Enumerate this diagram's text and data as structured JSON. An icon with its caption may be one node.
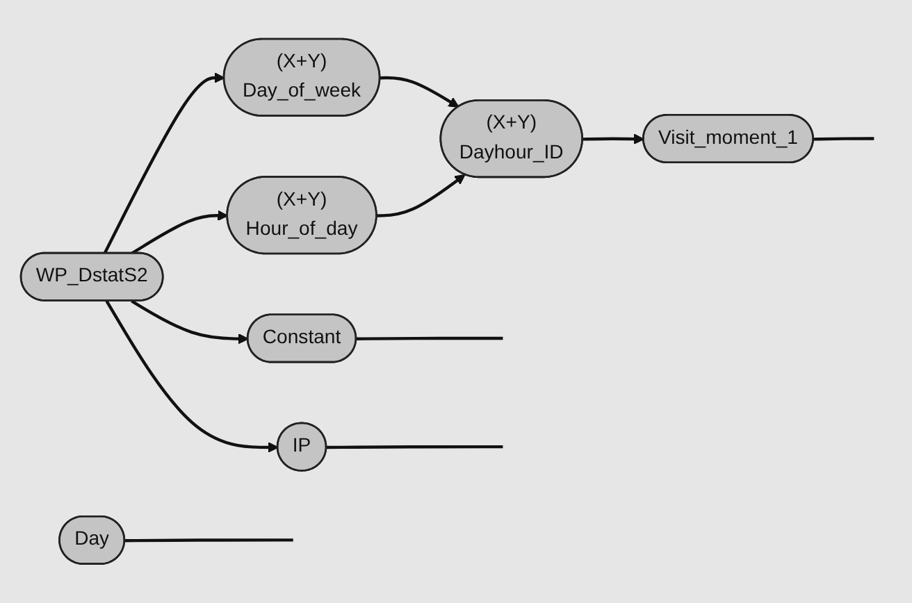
{
  "diagram": {
    "nodes": [
      {
        "text": [
          "Constant"
        ]
      },
      {
        "text": [
          "IP"
        ]
      },
      {
        "text": [
          "WP_DstatS2"
        ]
      },
      {
        "text": [
          "(X+Y)",
          "Day_of_week"
        ]
      },
      {
        "text": [
          "Day"
        ]
      },
      {
        "text": [
          "(X+Y)",
          "Hour_of_day"
        ]
      },
      {
        "text": [
          "(X+Y)",
          "Dayhour_ID"
        ]
      },
      {
        "text": [
          "Visit_moment_1"
        ]
      }
    ],
    "edges": [
      {
        "from": 2,
        "to": 0,
        "arrow": "to"
      },
      {
        "from": 2,
        "to": 1,
        "arrow": "to"
      },
      {
        "from": 2,
        "to": 3,
        "arrow": "to"
      },
      {
        "from": 2,
        "to": 5,
        "arrow": "to"
      },
      {
        "from": 3,
        "to": 6,
        "arrow": "to"
      },
      {
        "from": 5,
        "to": 6,
        "arrow": "to"
      },
      {
        "from": 6,
        "to": 7,
        "arrow": "to"
      },
      {
        "from": 0,
        "to": null,
        "arrow": "none"
      },
      {
        "from": 1,
        "to": null,
        "arrow": "none"
      },
      {
        "from": 4,
        "to": null,
        "arrow": "none"
      },
      {
        "from": 7,
        "to": null,
        "arrow": "none"
      }
    ]
  }
}
